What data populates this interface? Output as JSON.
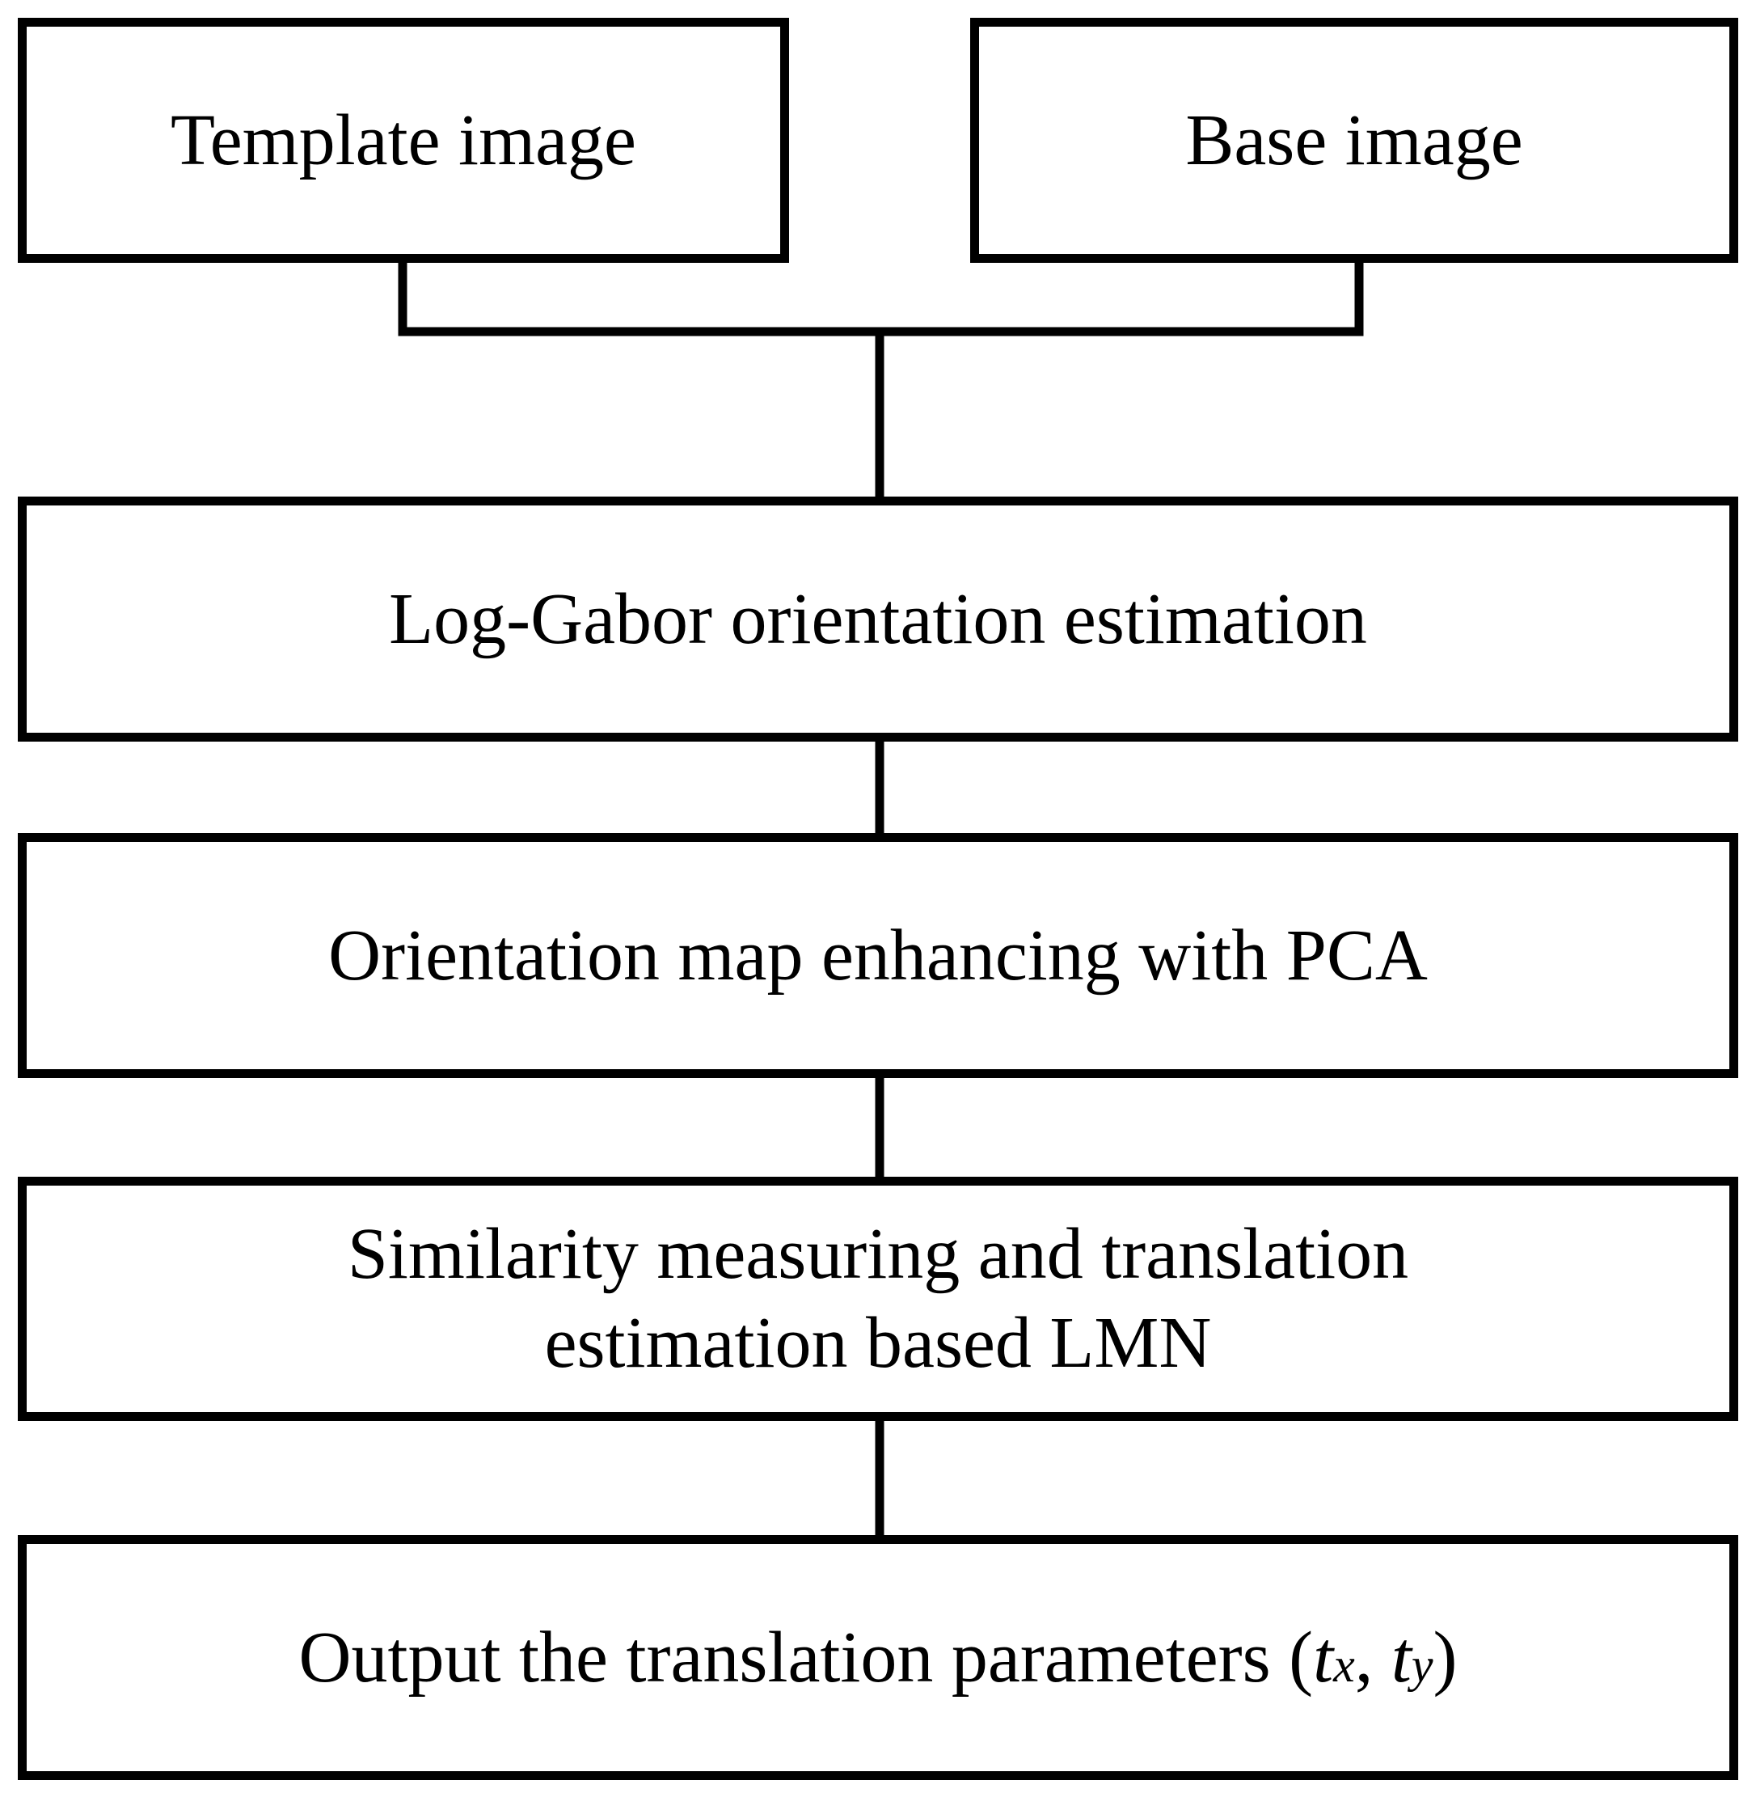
{
  "diagram": {
    "nodes": {
      "template_image": "Template image",
      "base_image": "Base image",
      "log_gabor": "Log-Gabor orientation estimation",
      "pca_enhance": "Orientation map enhancing with PCA",
      "lmn_line1": "Similarity measuring and translation",
      "lmn_line2": "estimation based LMN",
      "output": {
        "prefix": "Output the translation parameters (",
        "t1": "t",
        "s1": "x",
        "sep": ", ",
        "t2": "t",
        "s2": "y",
        "suffix": ")"
      }
    },
    "edges": [
      [
        "template_image",
        "log_gabor"
      ],
      [
        "base_image",
        "log_gabor"
      ],
      [
        "log_gabor",
        "pca_enhance"
      ],
      [
        "pca_enhance",
        "similarity_lmn"
      ],
      [
        "similarity_lmn",
        "output"
      ]
    ]
  }
}
